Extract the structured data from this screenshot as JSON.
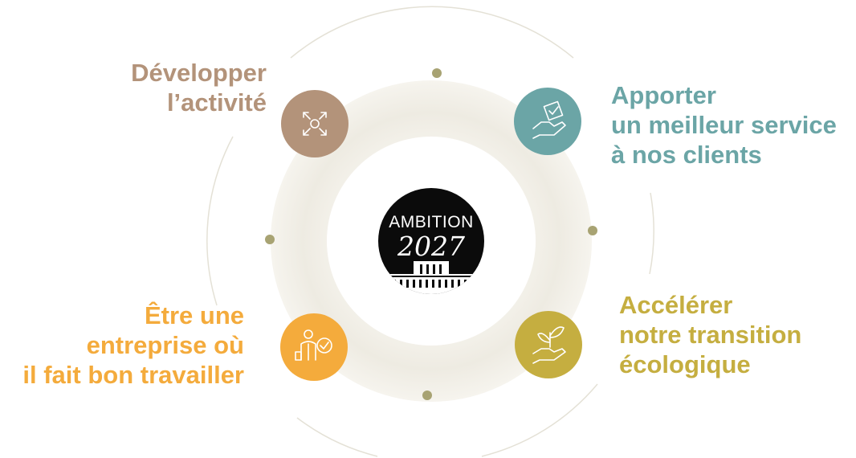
{
  "colors": {
    "developper": "#b3937a",
    "apporter": "#6ba5a6",
    "etre": "#f4ab3c",
    "accelerer": "#c5ae40",
    "ring": "#efece4",
    "dot": "#a3a06e",
    "outline": "#e3e0d5"
  },
  "center": {
    "logo_word": "AMBITION",
    "logo_year": "2027"
  },
  "pillars": [
    {
      "lines": [
        "Développer",
        "l’activité"
      ],
      "icon": "expand-arrows-icon"
    },
    {
      "lines": [
        "Apporter",
        "un meilleur service",
        "à nos clients"
      ],
      "icon": "hand-check-icon"
    },
    {
      "lines": [
        "Être une",
        "entreprise où",
        "il fait bon travailler"
      ],
      "icon": "person-check-icon"
    },
    {
      "lines": [
        "Accélérer",
        "notre transition",
        "écologique"
      ],
      "icon": "hand-plant-icon"
    }
  ]
}
